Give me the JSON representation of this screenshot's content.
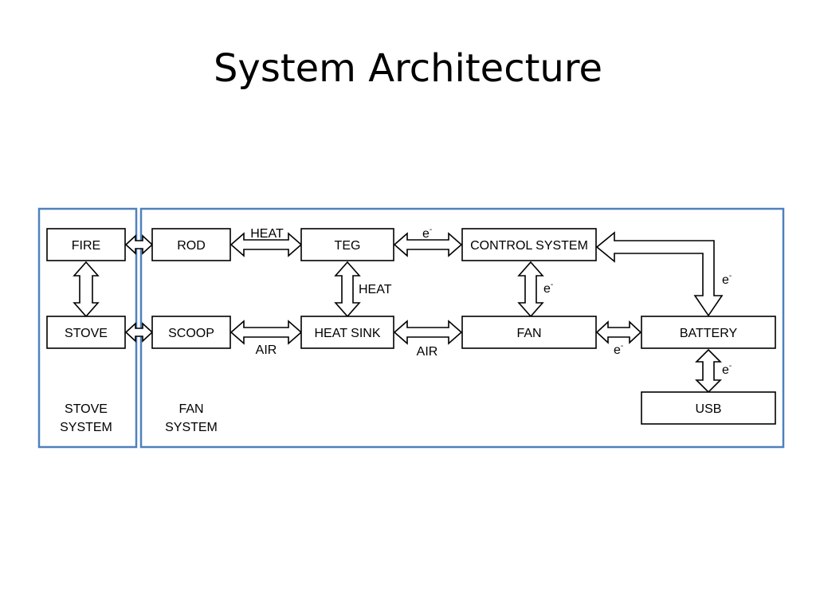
{
  "slide": {
    "title": "System Architecture"
  },
  "groups": {
    "stove_system": {
      "line1": "STOVE",
      "line2": "SYSTEM"
    },
    "fan_system": {
      "line1": "FAN",
      "line2": "SYSTEM"
    }
  },
  "blocks": {
    "fire": "FIRE",
    "stove": "STOVE",
    "rod": "ROD",
    "scoop": "SCOOP",
    "teg": "TEG",
    "heat_sink": "HEAT SINK",
    "control_system": "CONTROL SYSTEM",
    "fan": "FAN",
    "battery": "BATTERY",
    "usb": "USB"
  },
  "flows": {
    "rod_teg": "HEAT",
    "teg_heatsink": "HEAT",
    "scoop_heatsink": "AIR",
    "heatsink_fan": "AIR",
    "electron": "e",
    "electron_sup": "-"
  },
  "colors": {
    "group_border": "#4f81bd",
    "block_border": "#000000"
  }
}
